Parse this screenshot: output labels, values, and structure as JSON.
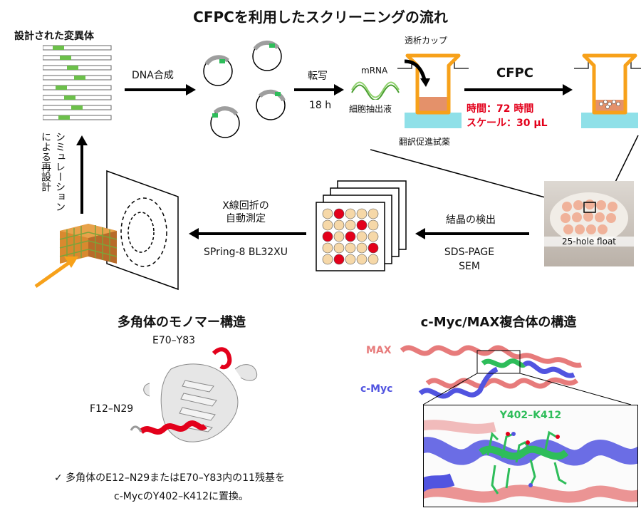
{
  "title": "CFPCを利用したスクリーニングの流れ",
  "top": {
    "design_label": "設計された変異体",
    "dna_synthesis": "DNA合成",
    "transcription": "転写",
    "transcription_time": "18 h",
    "mrna": "mRNA",
    "dialysis_cup": "透析カップ",
    "cell_extract": "細胞抽出液",
    "translation_reagent": "翻訳促進試薬",
    "cfpc": "CFPC",
    "time_line": "時間：72 時間",
    "scale_line": "スケール：30 µL",
    "float_label": "25-hole float"
  },
  "middle": {
    "crystal_detection": "結晶の検出",
    "sds_page": "SDS-PAGE",
    "sem": "SEM",
    "xray_line1": "X線回折の",
    "xray_line2": "自動測定",
    "beamline": "SPring-8 BL32XU",
    "redesign_line1": "シミュレーション",
    "redesign_line2": "による再設計"
  },
  "bottom_left": {
    "heading": "多角体のモノマー構造",
    "label_e70": "E70–Y83",
    "label_f12": "F12–N29",
    "note_line1": "✓ 多角体のE12–N29またはE70–Y83内の11残基を",
    "note_line2": "c-MycのY402–K412に置換。"
  },
  "bottom_right": {
    "heading": "c-Myc/MAX複合体の構造",
    "label_max": "MAX",
    "label_cmyc": "c-Myc",
    "label_region": "Y402–K412"
  },
  "colors": {
    "orange": "#f7a11a",
    "green": "#2ebd5a",
    "red_crystal": "#e3001b",
    "cyan": "#8fe0e8",
    "max_pink": "#e77b7b",
    "cmyc_blue": "#5154e0"
  }
}
